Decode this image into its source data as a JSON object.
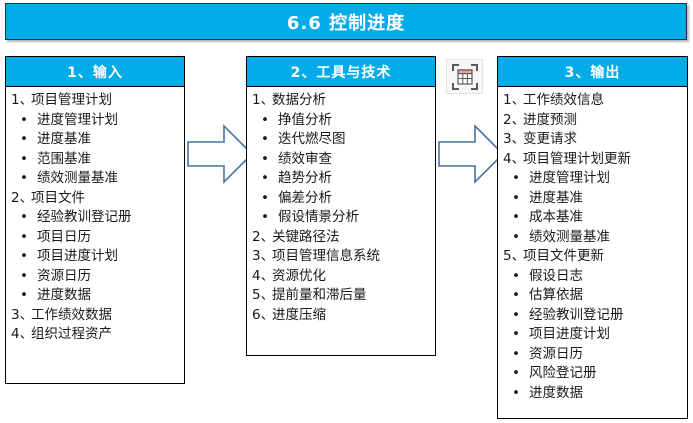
{
  "banner": {
    "title": "6.6 控制进度"
  },
  "icon": {
    "name": "table-crop-icon"
  },
  "arrows": [
    {
      "name": "arrow-input-to-tools"
    },
    {
      "name": "arrow-tools-to-output"
    }
  ],
  "colors": {
    "accent_blue": "#03ace9",
    "banner_text": "#ffffff",
    "box_border": "#000000",
    "arrow_outline": "#4472a8",
    "arrow_fill": "#ffffff",
    "icon_accent": "#f3a0a0"
  },
  "columns": [
    {
      "id": "input",
      "header": "1、输入",
      "items": [
        {
          "marker": "1、",
          "text": "项目管理计划",
          "level": 0
        },
        {
          "marker": "•",
          "text": "进度管理计划",
          "level": 1
        },
        {
          "marker": "•",
          "text": "进度基准",
          "level": 1
        },
        {
          "marker": "•",
          "text": "范围基准",
          "level": 1
        },
        {
          "marker": "•",
          "text": "绩效测量基准",
          "level": 1
        },
        {
          "marker": "2、",
          "text": "项目文件",
          "level": 0
        },
        {
          "marker": "•",
          "text": "经验教训登记册",
          "level": 1
        },
        {
          "marker": "•",
          "text": "项目日历",
          "level": 1
        },
        {
          "marker": "•",
          "text": "项目进度计划",
          "level": 1
        },
        {
          "marker": "•",
          "text": "资源日历",
          "level": 1
        },
        {
          "marker": "•",
          "text": "进度数据",
          "level": 1
        },
        {
          "marker": "3、",
          "text": "工作绩效数据",
          "level": 0
        },
        {
          "marker": "4、",
          "text": "组织过程资产",
          "level": 0
        }
      ]
    },
    {
      "id": "tools",
      "header": "2、工具与技术",
      "items": [
        {
          "marker": "1、",
          "text": "数据分析",
          "level": 0
        },
        {
          "marker": "•",
          "text": "挣值分析",
          "level": 1
        },
        {
          "marker": "•",
          "text": "迭代燃尽图",
          "level": 1
        },
        {
          "marker": "•",
          "text": "绩效审查",
          "level": 1
        },
        {
          "marker": "•",
          "text": "趋势分析",
          "level": 1
        },
        {
          "marker": "•",
          "text": "偏差分析",
          "level": 1
        },
        {
          "marker": "•",
          "text": "假设情景分析",
          "level": 1
        },
        {
          "marker": "2、",
          "text": "关键路径法",
          "level": 0
        },
        {
          "marker": "3、",
          "text": "项目管理信息系统",
          "level": 0
        },
        {
          "marker": "4、",
          "text": "资源优化",
          "level": 0
        },
        {
          "marker": "5、",
          "text": "提前量和滞后量",
          "level": 0
        },
        {
          "marker": "6、",
          "text": "进度压缩",
          "level": 0
        }
      ]
    },
    {
      "id": "output",
      "header": "3、输出",
      "items": [
        {
          "marker": "1、",
          "text": "工作绩效信息",
          "level": 0
        },
        {
          "marker": "2、",
          "text": "进度预测",
          "level": 0
        },
        {
          "marker": "3、",
          "text": "变更请求",
          "level": 0
        },
        {
          "marker": "4、",
          "text": "项目管理计划更新",
          "level": 0
        },
        {
          "marker": "•",
          "text": "进度管理计划",
          "level": 1
        },
        {
          "marker": "•",
          "text": "进度基准",
          "level": 1
        },
        {
          "marker": "•",
          "text": "成本基准",
          "level": 1
        },
        {
          "marker": "•",
          "text": "绩效测量基准",
          "level": 1
        },
        {
          "marker": "5、",
          "text": "项目文件更新",
          "level": 0
        },
        {
          "marker": "•",
          "text": "假设日志",
          "level": 1
        },
        {
          "marker": "•",
          "text": "估算依据",
          "level": 1
        },
        {
          "marker": "•",
          "text": "经验教训登记册",
          "level": 1
        },
        {
          "marker": "•",
          "text": "项目进度计划",
          "level": 1
        },
        {
          "marker": "•",
          "text": "资源日历",
          "level": 1
        },
        {
          "marker": "•",
          "text": "风险登记册",
          "level": 1
        },
        {
          "marker": "•",
          "text": "进度数据",
          "level": 1
        }
      ]
    }
  ]
}
